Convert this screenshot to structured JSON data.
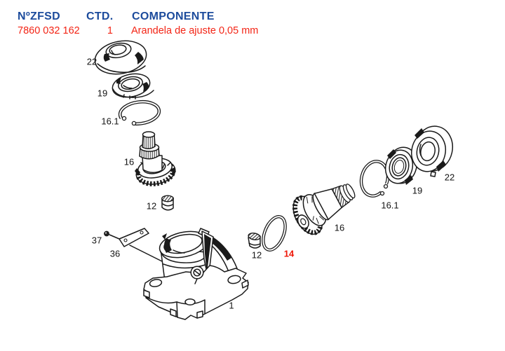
{
  "table": {
    "columns": {
      "part_number": "NºZFSD",
      "quantity": "CTD.",
      "component": "COMPONENTE"
    },
    "selected_row": {
      "part_number": "7860 032 162",
      "quantity": "1",
      "component": "Arandela de ajuste 0,05 mm"
    }
  },
  "colors": {
    "table_header_blue": "#1c4b9c",
    "highlight_red": "#f32415",
    "line_art_black": "#1a1a1a",
    "background": "#ffffff"
  },
  "diagram": {
    "callouts": [
      {
        "label": "22"
      },
      {
        "label": "19"
      },
      {
        "label": "16.1"
      },
      {
        "label": "16"
      },
      {
        "label": "12"
      },
      {
        "label": "37"
      },
      {
        "label": "36"
      },
      {
        "label": "1"
      },
      {
        "label": "12"
      },
      {
        "label": "14",
        "highlighted": true
      },
      {
        "label": "16"
      },
      {
        "label": "16.1"
      },
      {
        "label": "19"
      },
      {
        "label": "22"
      }
    ]
  }
}
